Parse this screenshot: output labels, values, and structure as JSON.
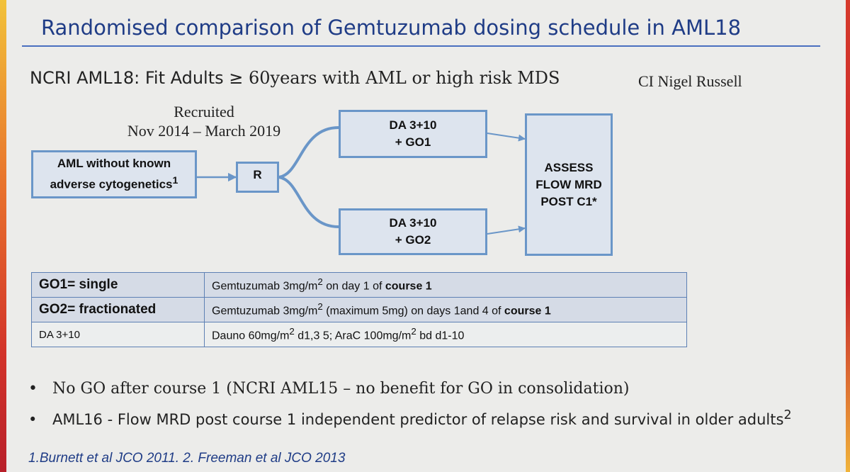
{
  "title": "Randomised comparison of Gemtuzumab  dosing schedule in AML18",
  "subtitle": {
    "prefix": "NCRI AML18:   Fit Adults ",
    "symbol": "≥",
    "suffix": " 60years with AML or high risk MDS"
  },
  "ci": "CI   Nigel Russell",
  "recruited": {
    "line1": "Recruited",
    "line2": "Nov 2014  – March 2019"
  },
  "boxes": {
    "aml": {
      "line1": "AML without known",
      "line2": "adverse cytogenetics",
      "sup": "1"
    },
    "r": "R",
    "go1": {
      "line1": "DA 3+10",
      "line2": "+ GO1"
    },
    "go2": {
      "line1": "DA 3+10",
      "line2": "+ GO2"
    },
    "assess": {
      "line1": "ASSESS",
      "line2": "FLOW MRD",
      "line3": "POST C1*"
    }
  },
  "table": [
    {
      "key": "GO1= single",
      "value": [
        "Gemtuzumab 3mg/m",
        "2",
        " on day 1 of ",
        "course 1"
      ]
    },
    {
      "key": "GO2= fractionated",
      "value": [
        "Gemtuzumab 3mg/m",
        "2",
        " (maximum 5mg) on days 1and 4  of ",
        "course 1"
      ]
    },
    {
      "key": "DA 3+10",
      "value": [
        "Dauno 60mg/m",
        "2",
        " d1,3 5; AraC 100mg/m",
        "2",
        " bd d1-10"
      ]
    }
  ],
  "bullets": [
    {
      "marker": "•",
      "text": "No GO after course 1  (NCRI AML15  – no benefit for GO in consolidation)"
    },
    {
      "marker": "•",
      "text": "AML16 - Flow MRD post course 1 independent predictor of relapse risk and survival in older adults",
      "sup": "2"
    }
  ],
  "references": "1.Burnett et al JCO 2011.  2. Freeman et al JCO 2013",
  "colors": {
    "title": "#1f3c86",
    "box_border": "#6a96c8",
    "box_fill": "#dde4ee",
    "connector": "#6a96c8"
  }
}
